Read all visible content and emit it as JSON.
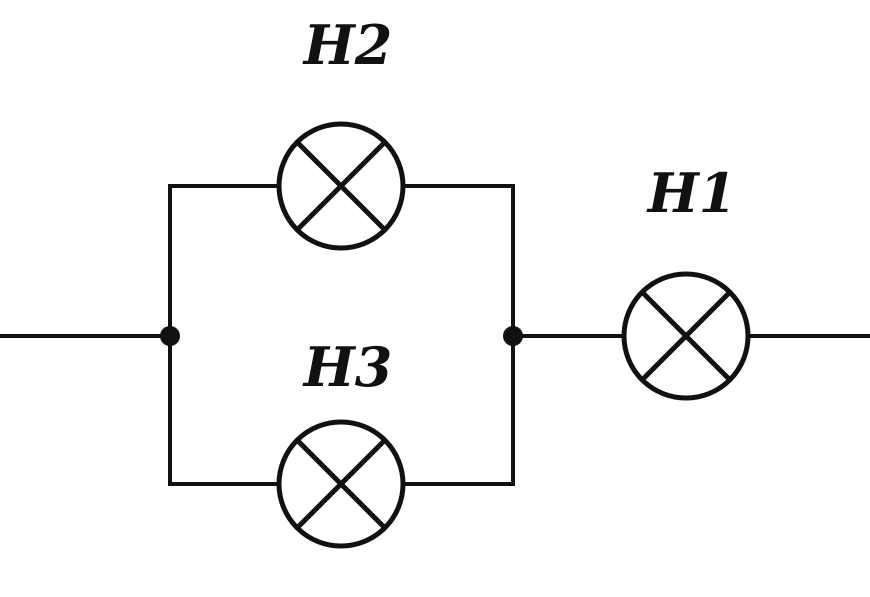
{
  "diagram": {
    "lamps": [
      {
        "id": "H2",
        "label": "H2"
      },
      {
        "id": "H3",
        "label": "H3"
      },
      {
        "id": "H1",
        "label": "H1"
      }
    ]
  }
}
